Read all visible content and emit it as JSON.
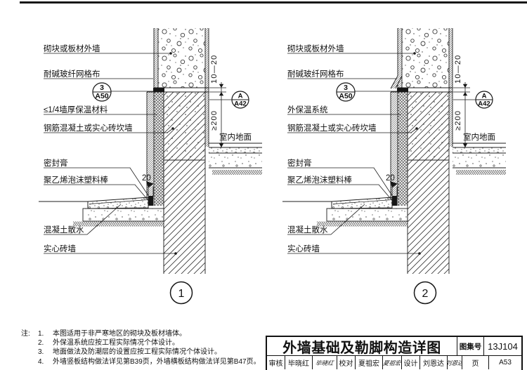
{
  "drawings": [
    {
      "number": "1",
      "labels": {
        "wall": "砌块或板材外墙",
        "mesh": "耐碱玻纤网格布",
        "insulation": "≤1/4墙厚保温材料",
        "kanwall": "钢筋混凝土或实心砖坎墙",
        "sealant": "密封膏",
        "rod": "聚乙烯泡沫塑料棒",
        "apron": "混凝土散水",
        "brick": "实心砖墙",
        "floor": "室内地面"
      },
      "dims": {
        "gap": "10—20",
        "height": "≥200",
        "joint": "20"
      },
      "refs": {
        "top_num": "3",
        "top_page": "A50",
        "side_num": "A",
        "side_page": "A42"
      }
    },
    {
      "number": "2",
      "labels": {
        "wall": "砌块或板材外墙",
        "mesh": "耐碱玻纤网格布",
        "insulation": "外保温系统",
        "kanwall": "钢筋混凝土或实心砖坎墙",
        "sealant": "密封膏",
        "rod": "聚乙烯泡沫塑料棒",
        "apron": "混凝土散水",
        "brick": "实心砖墙",
        "floor": "室内地面"
      },
      "dims": {
        "gap": "10—20",
        "height": "≥200",
        "joint": "20"
      },
      "refs": {
        "top_num": "3",
        "top_page": "A50",
        "side_num": "A",
        "side_page": "A42"
      }
    }
  ],
  "notes": {
    "prefix": "注:",
    "items": [
      {
        "num": "1.",
        "text": "本图适用于非严寒地区的砌块及板材墙体。"
      },
      {
        "num": "2.",
        "text": "外保温系统应按工程实际情况个体设计。"
      },
      {
        "num": "3.",
        "text": "地面做法及防潮层的设置应按工程实际情况个体设计。"
      },
      {
        "num": "4.",
        "text": "外墙竖板结构做法详见第B39页，外墙横板结构做法详见第B47页。"
      }
    ]
  },
  "titleblock": {
    "title": "外墙基础及勒脚构造详图",
    "atlas_label": "图集号",
    "atlas_no": "13J104",
    "page_label": "页",
    "page_no": "A53",
    "roles": [
      {
        "label": "审核",
        "name": "毕晓红",
        "sig": "毕晓红"
      },
      {
        "label": "校对",
        "name": "夏祖宏",
        "sig": "夏祖宏"
      },
      {
        "label": "设计",
        "name": "刘恩达",
        "sig": "刘恩达"
      }
    ]
  }
}
